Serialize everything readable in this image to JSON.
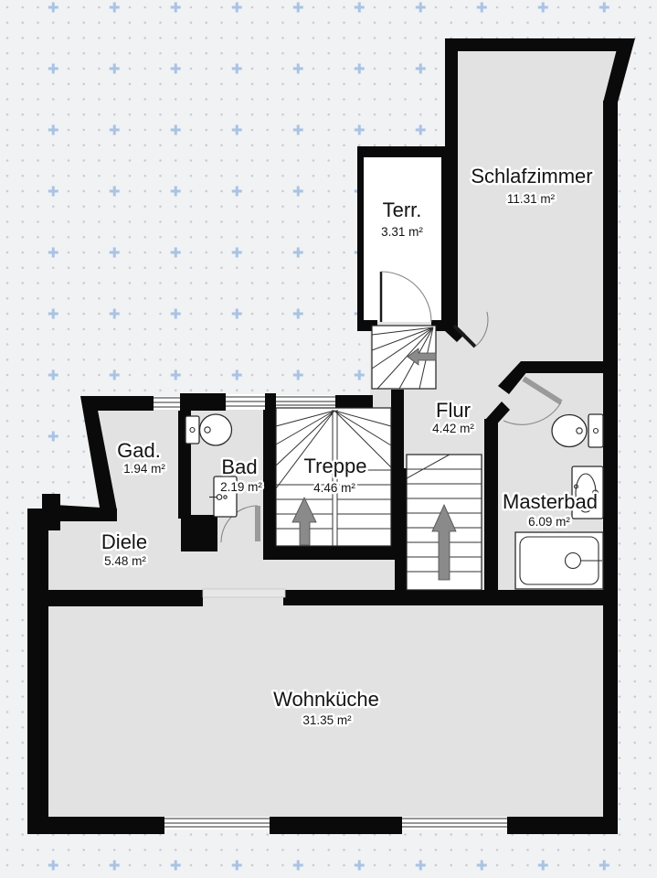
{
  "document_type": "apartment floor plan",
  "rooms": [
    {
      "id": "schlafzimmer",
      "name": "Schlafzimmer",
      "area": "11.31 m²"
    },
    {
      "id": "terrasse",
      "name": "Terr.",
      "area": "3.31 m²"
    },
    {
      "id": "flur",
      "name": "Flur",
      "area": "4.42 m²"
    },
    {
      "id": "treppe",
      "name": "Treppe",
      "area": "4.46 m²"
    },
    {
      "id": "gad",
      "name": "Gad.",
      "area": "1.94 m²"
    },
    {
      "id": "bad",
      "name": "Bad",
      "area": "2.19 m²"
    },
    {
      "id": "masterbad",
      "name": "Masterbad",
      "area": "6.09 m²"
    },
    {
      "id": "diele",
      "name": "Diele",
      "area": "5.48 m²"
    },
    {
      "id": "wohnkueche",
      "name": "Wohnküche",
      "area": "31.35 m²"
    }
  ],
  "colors": {
    "wall": "#0a0a0a",
    "floor": "#e2e2e2",
    "bg": "#f1f2f4",
    "gridDot": "#c9ccd2",
    "gridPlus": "#a9c3e3",
    "arrow": "#8a8a8a",
    "leaf": "#9a9a9a",
    "line": "#333333",
    "label": "#141414",
    "fixture": "#ffffff",
    "arc": "#888888"
  }
}
